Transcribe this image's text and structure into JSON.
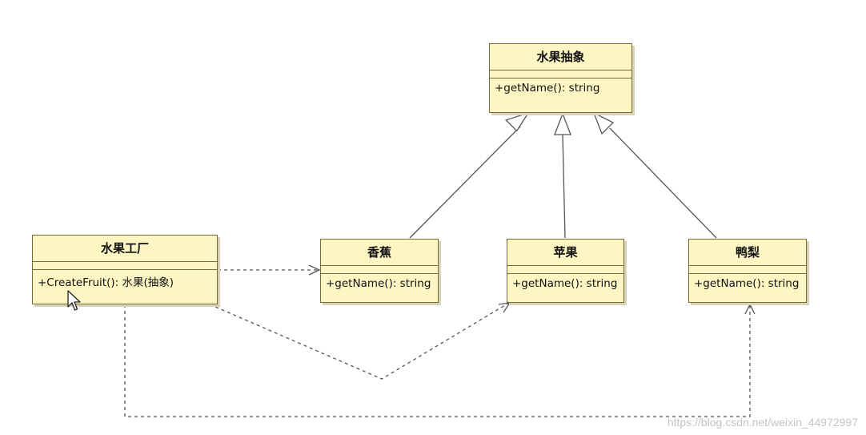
{
  "classes": {
    "fruit_abstract": {
      "name": "水果抽象",
      "operation": "+getName(): string"
    },
    "fruit_factory": {
      "name": "水果工厂",
      "operation": "+CreateFruit(): 水果(抽象)"
    },
    "banana": {
      "name": "香蕉",
      "operation": "+getName(): string"
    },
    "apple": {
      "name": "苹果",
      "operation": "+getName(): string"
    },
    "pear": {
      "name": "鸭梨",
      "operation": "+getName(): string"
    }
  },
  "relationships": [
    {
      "type": "generalization",
      "from": "香蕉",
      "to": "水果抽象"
    },
    {
      "type": "generalization",
      "from": "苹果",
      "to": "水果抽象"
    },
    {
      "type": "generalization",
      "from": "鸭梨",
      "to": "水果抽象"
    },
    {
      "type": "dependency",
      "from": "水果工厂",
      "to": "香蕉"
    },
    {
      "type": "dependency",
      "from": "水果工厂",
      "to": "苹果"
    },
    {
      "type": "dependency",
      "from": "水果工厂",
      "to": "鸭梨"
    }
  ],
  "watermark": "https://blog.csdn.net/weixin_44972997",
  "colors": {
    "class_fill": "#fdf6c3",
    "class_border": "#7a6a3a",
    "edge": "#555555"
  }
}
